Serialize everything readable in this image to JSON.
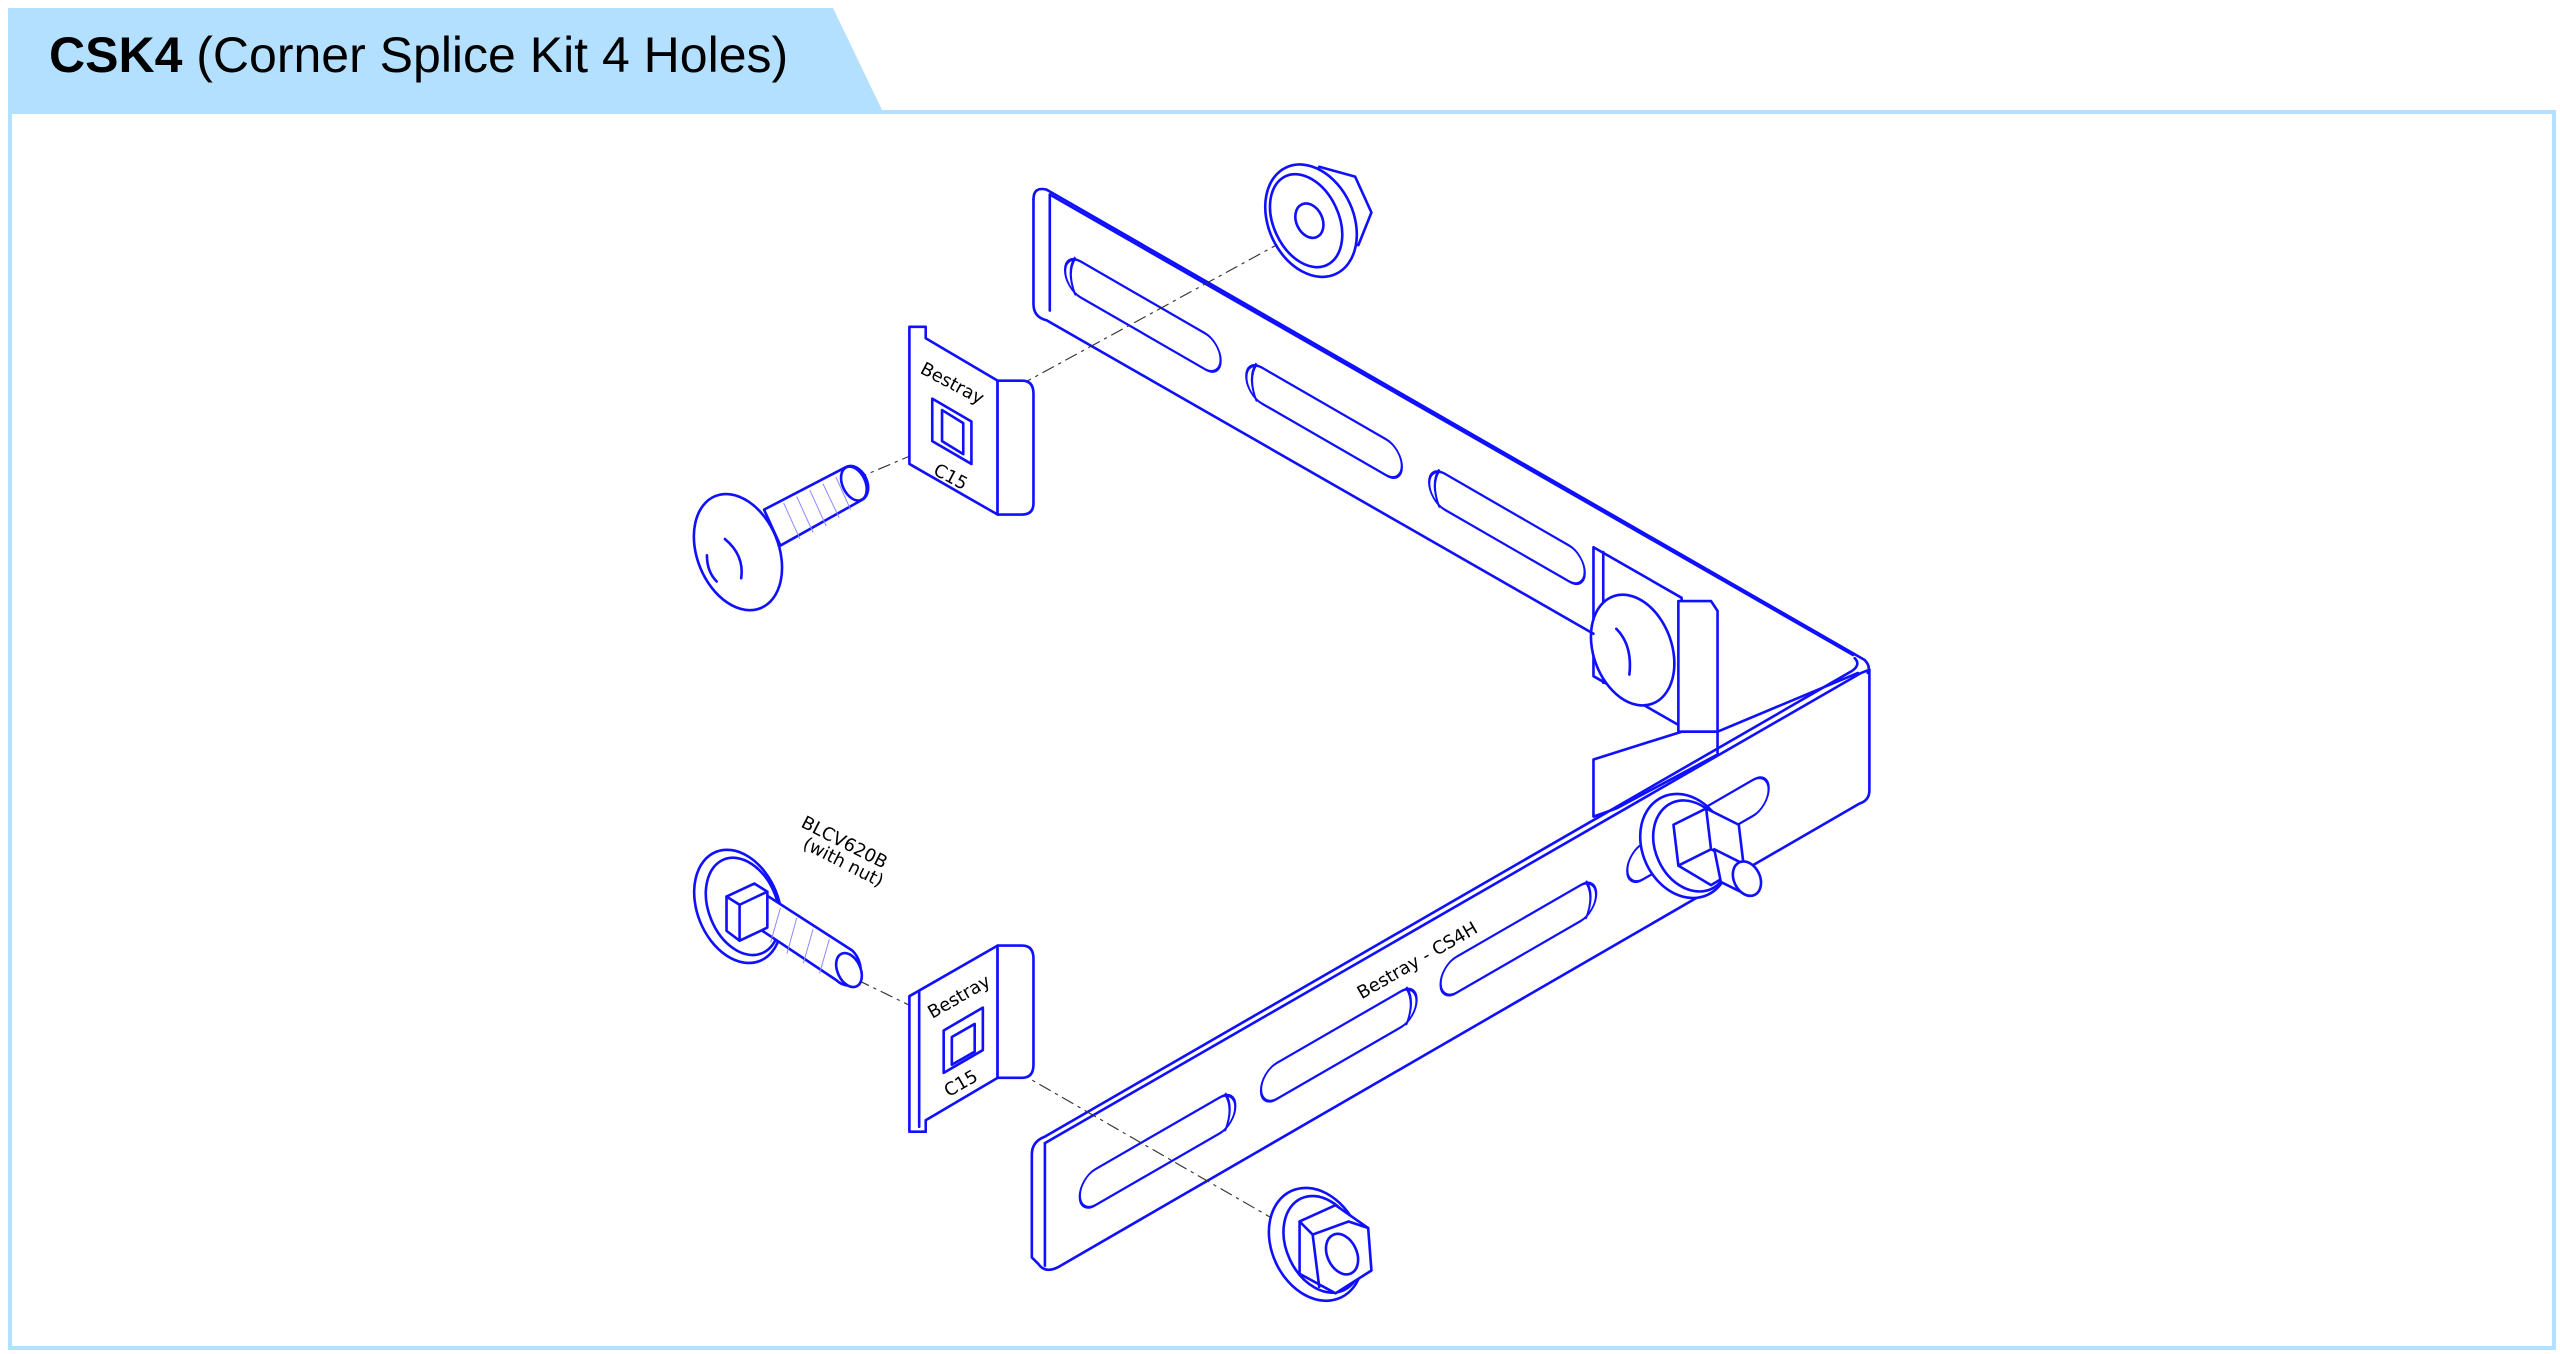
{
  "header": {
    "code": "CSK4",
    "subtitle": "(Corner Splice Kit 4 Holes)"
  },
  "colors": {
    "banner": "#b3e0ff",
    "frame": "#b3e0ff",
    "line": "#1010ff"
  },
  "drawing": {
    "clip_top": {
      "brand": "Bestray",
      "code": "C15"
    },
    "clip_bottom": {
      "brand": "Bestray",
      "code": "C15"
    },
    "bolt_label": {
      "line1": "BLCV620B",
      "line2": "(with nut)"
    },
    "bracket_label": "Bestray - CS4H"
  }
}
